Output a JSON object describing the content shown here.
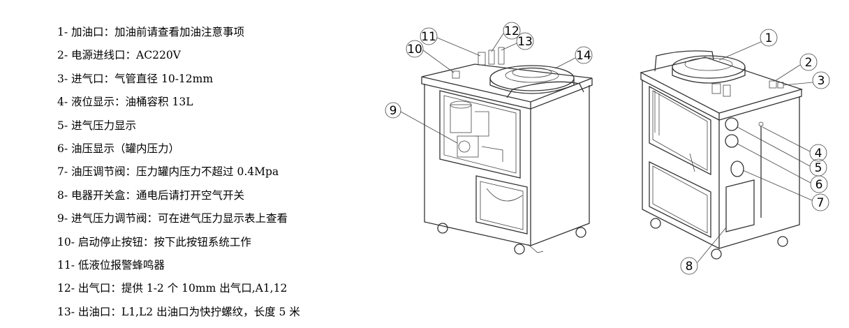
{
  "legend": [
    {
      "num": "1",
      "text": "加油口：加油前请查看加油注意事项"
    },
    {
      "num": "2",
      "text": "电源进线口：AC220V"
    },
    {
      "num": "3",
      "text": "进气口：气管直径 10-12mm"
    },
    {
      "num": "4",
      "text": "液位显示：油桶容积 13L"
    },
    {
      "num": "5",
      "text": "进气压力显示"
    },
    {
      "num": "6",
      "text": "油压显示（罐内压力）"
    },
    {
      "num": "7",
      "text": "油压调节阀：压力罐内压力不超过 0.4Mpa"
    },
    {
      "num": "8",
      "text": "电器开关盒：通电后请打开空气开关"
    },
    {
      "num": "9",
      "text": "进气压力调节阀：可在进气压力显示表上查看"
    },
    {
      "num": "10",
      "text": "启动停止按钮：按下此按钮系统工作"
    },
    {
      "num": "11",
      "text": "低液位报警蜂鸣器"
    },
    {
      "num": "12",
      "text": "出气口：提供 1-2 个 10mm 出气口,A1,12"
    },
    {
      "num": "13",
      "text": "出油口：L1,L2 出油口为快拧螺纹，长度 5 米"
    }
  ],
  "callouts": {
    "c1": "1",
    "c2": "2",
    "c3": "3",
    "c4": "4",
    "c5": "5",
    "c6": "6",
    "c7": "7",
    "c8": "8",
    "c9": "9",
    "c10": "10",
    "c11": "11",
    "c12": "12",
    "c13": "13",
    "c14": "14"
  }
}
